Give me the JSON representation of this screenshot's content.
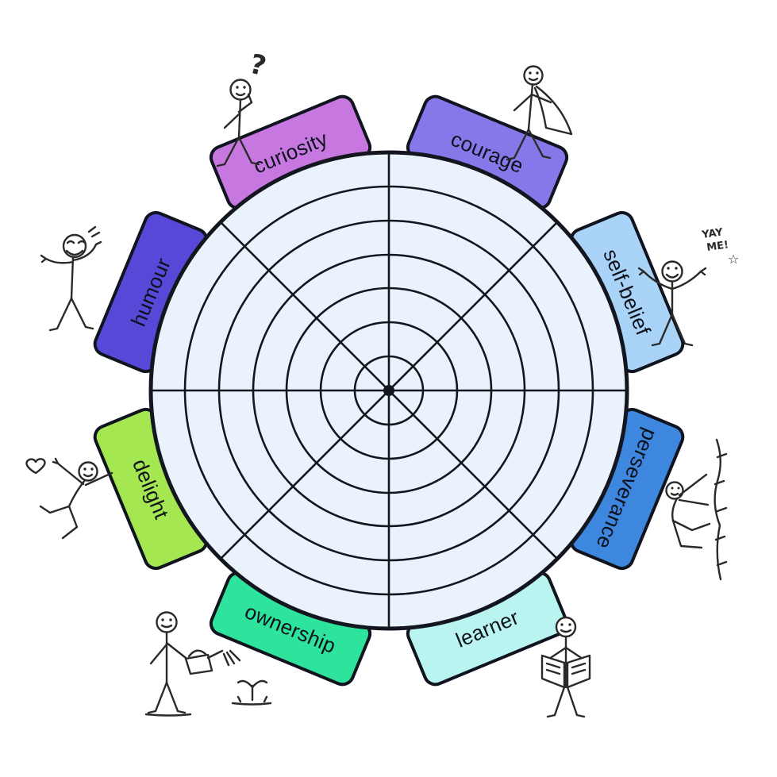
{
  "wheel": {
    "fill": "#eaf2fb",
    "line_color": "#14161f",
    "rings": 7,
    "sectors": 8
  },
  "segments": [
    {
      "label": "curiosity",
      "color": "#c678e0"
    },
    {
      "label": "courage",
      "color": "#8678e8"
    },
    {
      "label": "self-belief",
      "color": "#a9d4f8"
    },
    {
      "label": "perseverance",
      "color": "#3d87de"
    },
    {
      "label": "learner",
      "color": "#b9f4f1"
    },
    {
      "label": "ownership",
      "color": "#2ee49c"
    },
    {
      "label": "delight",
      "color": "#a4e751"
    },
    {
      "label": "humour",
      "color": "#5848d8"
    }
  ],
  "figures": {
    "thinker": {
      "name": "thinking-stick-figure",
      "text": "?"
    },
    "superhero": {
      "name": "superhero-cape-stick-figure"
    },
    "cheerer": {
      "name": "celebrating-stick-figure",
      "speech_line1": "YAY",
      "speech_line2": "ME!",
      "star": "☆"
    },
    "climber": {
      "name": "wall-climbing-stick-figure"
    },
    "reader": {
      "name": "reading-stick-figure"
    },
    "gardener": {
      "name": "watering-plant-stick-figure"
    },
    "leaper": {
      "name": "leaping-stick-figure"
    },
    "laugher": {
      "name": "laughing-stick-figure"
    }
  }
}
